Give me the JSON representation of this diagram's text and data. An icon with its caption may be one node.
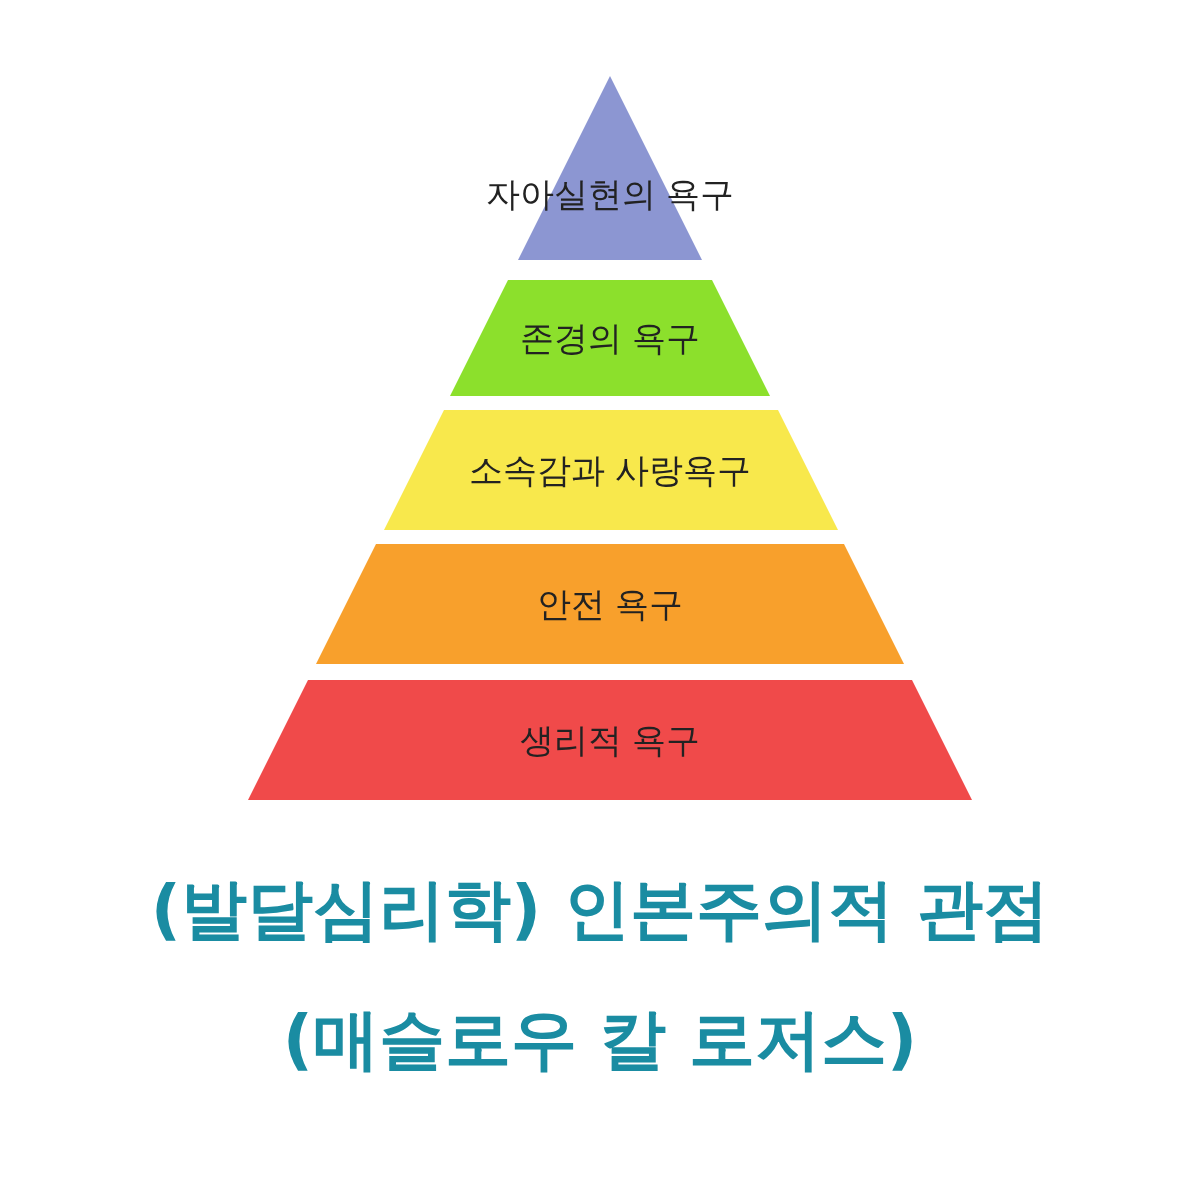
{
  "diagram": {
    "title": "(발달심리학) 인본주의적 관점",
    "nodes": [
      {
        "text": [
          "자아실현의 욕구"
        ]
      },
      {
        "text": [
          "존경의 욕구"
        ]
      },
      {
        "text": [
          "소속감과 사랑욕구"
        ]
      },
      {
        "text": [
          "안전 욕구"
        ]
      },
      {
        "text": [
          "생리적 욕구"
        ]
      }
    ],
    "labels": [
      "(매슬로우 칼 로저스)"
    ]
  }
}
